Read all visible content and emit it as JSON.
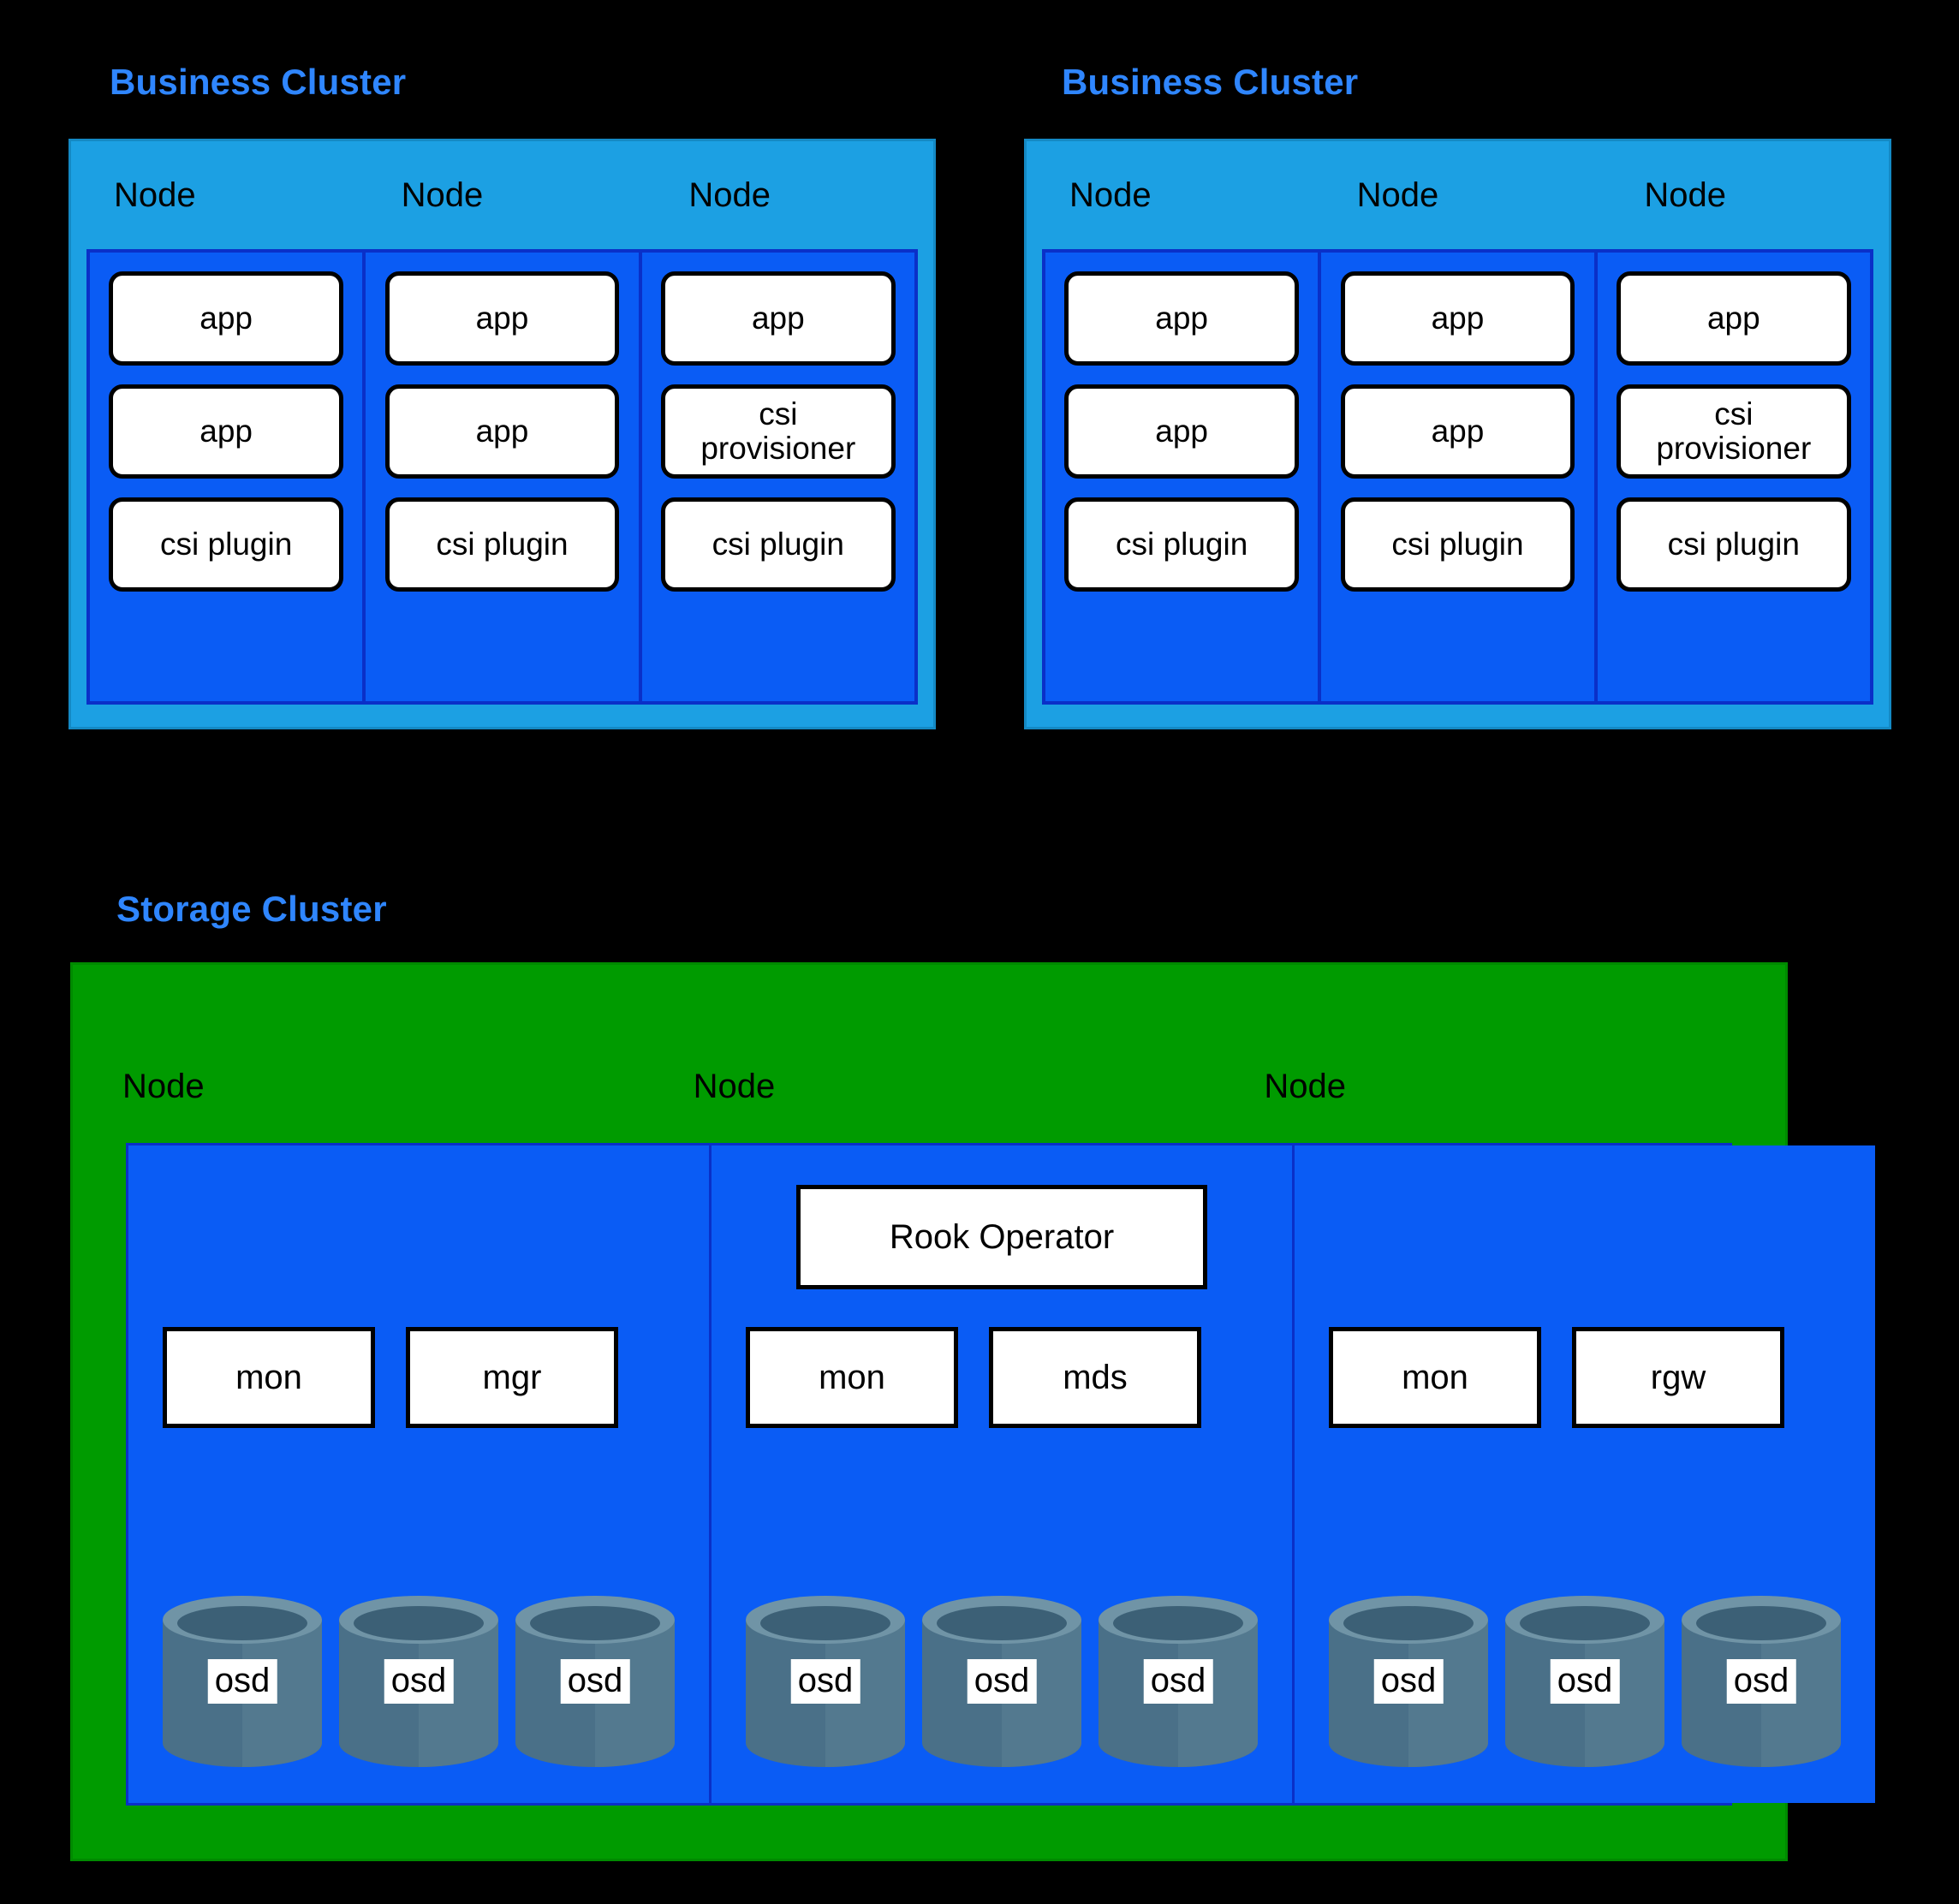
{
  "diagram": {
    "background_color": "#000000",
    "title_color": "#2F86FF",
    "business_cluster_color": "#1CA0E3",
    "storage_cluster_color": "#009B00",
    "node_color": "#0A5CF5",
    "pod_color": "#FFFFFF",
    "osd_color": "#44687D"
  },
  "business_clusters": [
    {
      "title": "Business Cluster",
      "nodes": [
        {
          "label": "Node",
          "pods": [
            "app",
            "app",
            "csi plugin"
          ]
        },
        {
          "label": "Node",
          "pods": [
            "app",
            "app",
            "csi plugin"
          ]
        },
        {
          "label": "Node",
          "pods": [
            "app",
            "csi\nprovisioner",
            "csi plugin"
          ]
        }
      ]
    },
    {
      "title": "Business Cluster",
      "nodes": [
        {
          "label": "Node",
          "pods": [
            "app",
            "app",
            "csi plugin"
          ]
        },
        {
          "label": "Node",
          "pods": [
            "app",
            "app",
            "csi plugin"
          ]
        },
        {
          "label": "Node",
          "pods": [
            "app",
            "csi\nprovisioner",
            "csi plugin"
          ]
        }
      ]
    }
  ],
  "storage_cluster": {
    "title": "Storage Cluster",
    "nodes": [
      {
        "label": "Node",
        "operator": null,
        "services": [
          "mon",
          "mgr"
        ],
        "osds": [
          "osd",
          "osd",
          "osd"
        ]
      },
      {
        "label": "Node",
        "operator": "Rook Operator",
        "services": [
          "mon",
          "mds"
        ],
        "osds": [
          "osd",
          "osd",
          "osd"
        ]
      },
      {
        "label": "Node",
        "operator": null,
        "services": [
          "mon",
          "rgw"
        ],
        "osds": [
          "osd",
          "osd",
          "osd"
        ]
      }
    ]
  }
}
